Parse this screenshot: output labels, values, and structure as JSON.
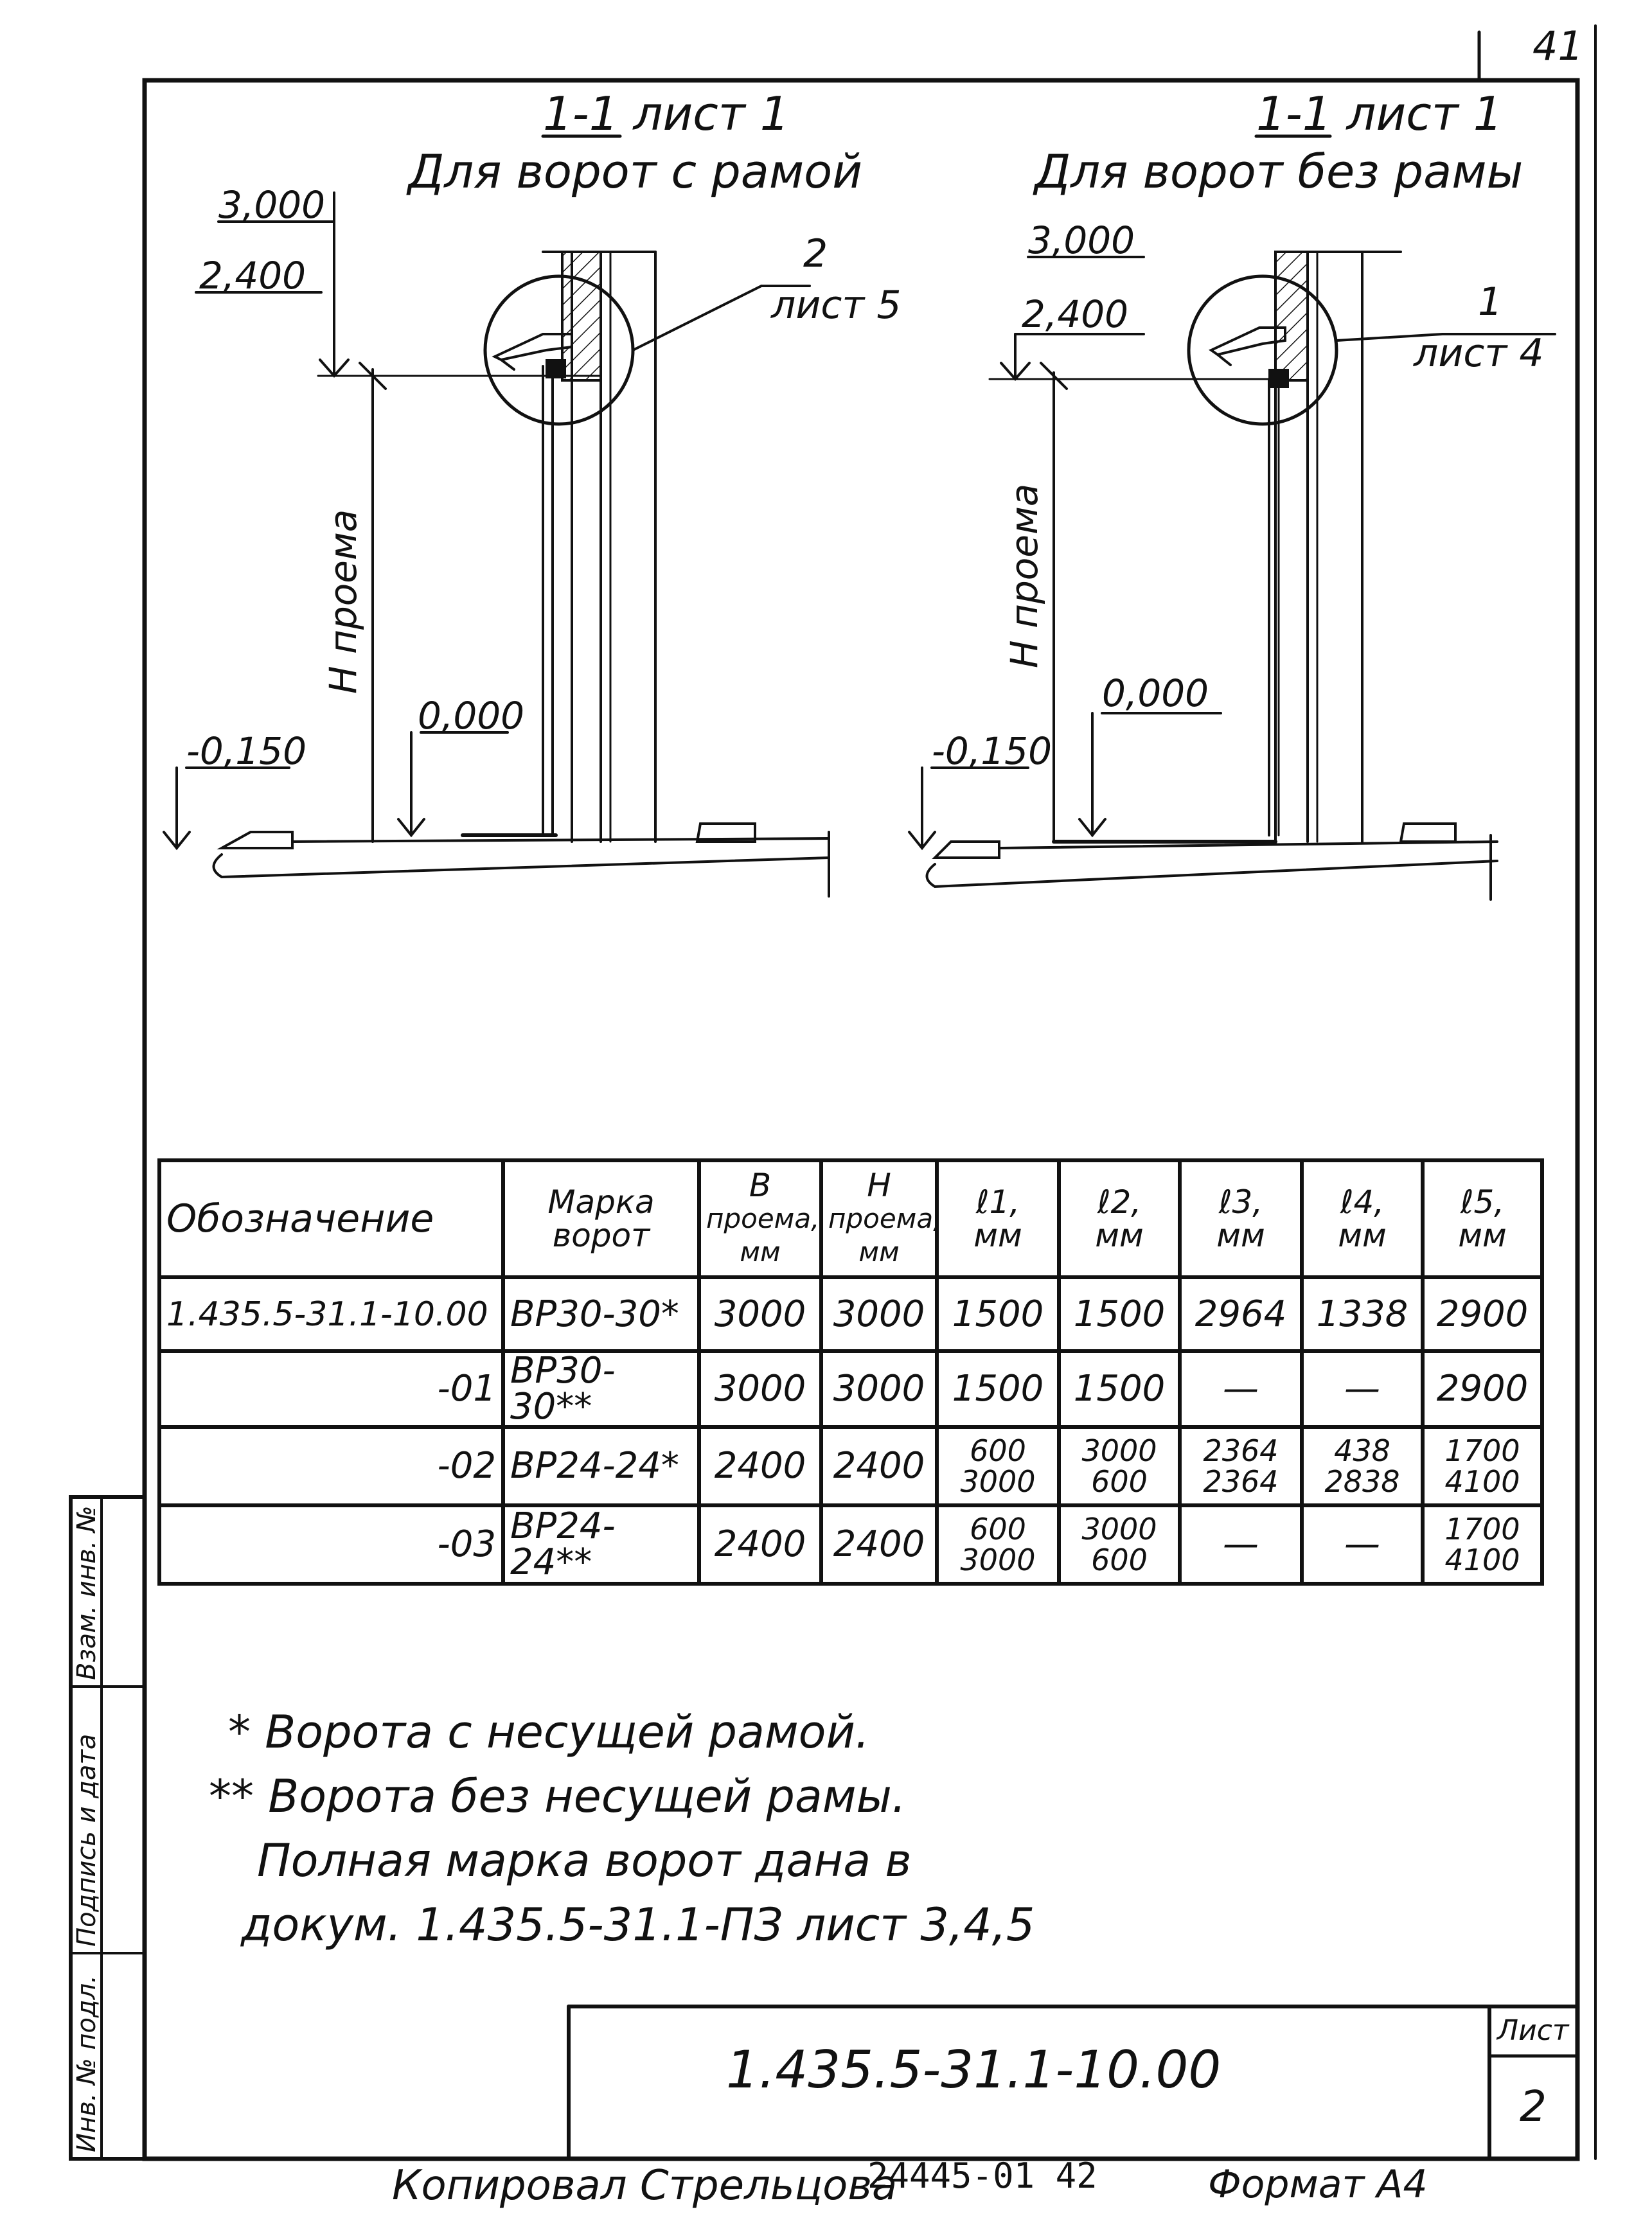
{
  "sheet_number_top": "41",
  "left_section": {
    "title_line1": "1-1 лист 1",
    "title_line2": "Для ворот с рамой",
    "elev_top": "3,000",
    "elev_mid": "2,400",
    "elev_floor": "0,000",
    "elev_low": "-0,150",
    "h_label": "H проема",
    "callout_num": "2",
    "callout_sheet": "лист 5"
  },
  "right_section": {
    "title_line1": "1-1 лист 1",
    "title_line2": "Для ворот без рамы",
    "elev_top": "3,000",
    "elev_mid": "2,400",
    "elev_floor": "0,000",
    "elev_low": "-0,150",
    "h_label": "H проема",
    "callout_num": "1",
    "callout_sheet": "лист 4"
  },
  "table": {
    "headers": {
      "designation": "Обозначение",
      "mark": "Марка ворот",
      "b_l1": "B",
      "b_l2": "проема,",
      "b_l3": "мм",
      "h_l1": "H",
      "h_l2": "проема,",
      "h_l3": "мм",
      "l1_l1": "ℓ1,",
      "l1_l2": "мм",
      "l2_l1": "ℓ2,",
      "l2_l2": "мм",
      "l3_l1": "ℓ3,",
      "l3_l2": "мм",
      "l4_l1": "ℓ4,",
      "l4_l2": "мм",
      "l5_l1": "ℓ5,",
      "l5_l2": "мм"
    },
    "rows": [
      {
        "designation": "1.435.5-31.1-10.00",
        "mark": "ВР30-30*",
        "b": "3000",
        "h": "3000",
        "l1a": "1500",
        "l1b": "",
        "l2a": "1500",
        "l2b": "",
        "l3a": "2964",
        "l3b": "",
        "l4a": "1338",
        "l4b": "",
        "l5a": "2900",
        "l5b": ""
      },
      {
        "designation": "-01",
        "mark": "ВР30-30**",
        "b": "3000",
        "h": "3000",
        "l1a": "1500",
        "l1b": "",
        "l2a": "1500",
        "l2b": "",
        "l3a": "—",
        "l3b": "",
        "l4a": "—",
        "l4b": "",
        "l5a": "2900",
        "l5b": ""
      },
      {
        "designation": "-02",
        "mark": "ВР24-24*",
        "b": "2400",
        "h": "2400",
        "l1a": "600",
        "l1b": "3000",
        "l2a": "3000",
        "l2b": "600",
        "l3a": "2364",
        "l3b": "2364",
        "l4a": "438",
        "l4b": "2838",
        "l5a": "1700",
        "l5b": "4100"
      },
      {
        "designation": "-03",
        "mark": "ВР24-24**",
        "b": "2400",
        "h": "2400",
        "l1a": "600",
        "l1b": "3000",
        "l2a": "3000",
        "l2b": "600",
        "l3a": "—",
        "l3b": "",
        "l4a": "—",
        "l4b": "",
        "l5a": "1700",
        "l5b": "4100"
      }
    ]
  },
  "notes": {
    "line1": "* Ворота с несущей рамой.",
    "line2": "** Ворота без несущей рамы.",
    "line3": "Полная марка ворот дана в",
    "line4": "докум. 1.435.5-31.1-ПЗ лист 3,4,5"
  },
  "side_stamp": {
    "inv_orig": "Инв. № подл.",
    "sign_date": "Подпись и дата",
    "inv_replace": "Взам. инв. №"
  },
  "title_block": {
    "code": "1.435.5-31.1-10.00",
    "sheet_label": "Лист",
    "sheet_value": "2"
  },
  "footer": {
    "copied": "Копировал Стрельцова",
    "order": "24445-01 42",
    "format": "Формат А4"
  }
}
